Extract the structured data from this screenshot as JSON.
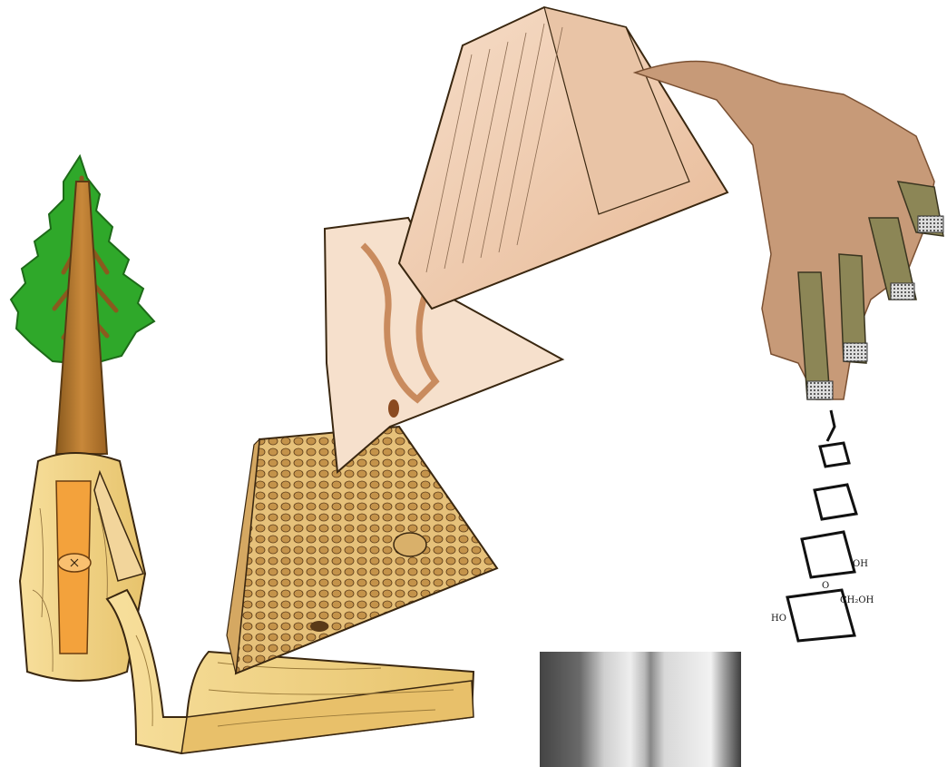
{
  "figure": {
    "kind": "wood hierarchical structure illustration",
    "stages": [
      {
        "id": "tree",
        "icon": "tree-icon"
      },
      {
        "id": "trunk",
        "icon": "trunk-cross-section-icon"
      },
      {
        "id": "board",
        "icon": "wood-board-icon"
      },
      {
        "id": "growth-rings",
        "icon": "cell-tissue-block-icon"
      },
      {
        "id": "cell-wall",
        "icon": "cell-wall-layers-icon"
      },
      {
        "id": "fibril-sheet",
        "icon": "cell-wall-sheet-icon"
      },
      {
        "id": "microfibrils",
        "icon": "microfibril-bundle-icon"
      },
      {
        "id": "cellulose",
        "icon": "cellulose-molecule-icon"
      },
      {
        "id": "sem-micrograph",
        "icon": "micrograph-photo-icon"
      }
    ],
    "molecule_labels": [
      "CH₂OH",
      "HO",
      "OH",
      "O"
    ],
    "colors": {
      "foliage": "#2fa82a",
      "foliage_dark": "#1d7a1a",
      "bark": "#b8782a",
      "wood_light": "#f6dc92",
      "wood_mid": "#e9c46a",
      "cell_wall": "#f4d6c0",
      "cell_wall_dark": "#c98b5e",
      "fibril": "#8c8656",
      "fibril_matrix": "#c79a78",
      "ink": "#2b1d10"
    }
  }
}
